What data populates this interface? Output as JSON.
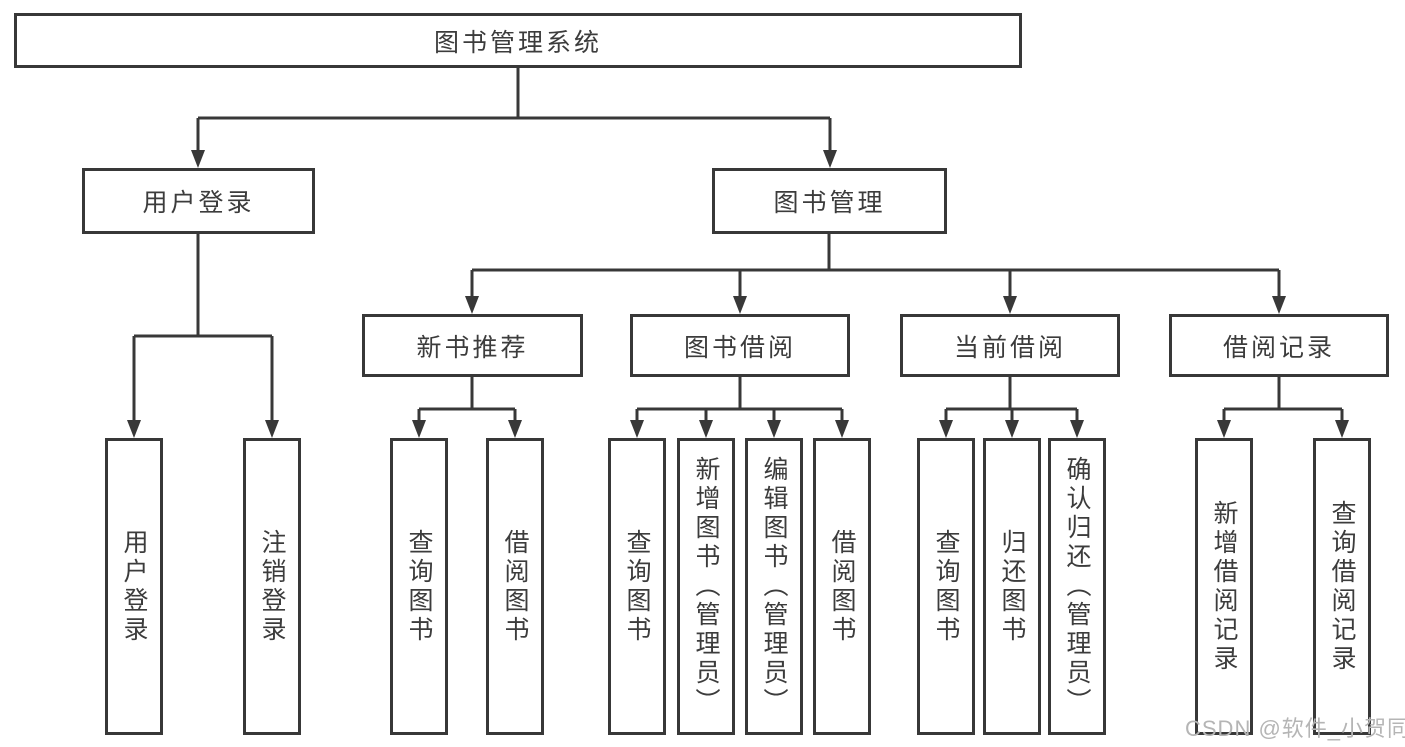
{
  "tree": {
    "root": {
      "label": "图书管理系统",
      "children": [
        {
          "label": "用户登录",
          "children": [
            {
              "label": "用户登录"
            },
            {
              "label": "注销登录"
            }
          ]
        },
        {
          "label": "图书管理",
          "children": [
            {
              "label": "新书推荐",
              "children": [
                {
                  "label": "查询图书"
                },
                {
                  "label": "借阅图书"
                }
              ]
            },
            {
              "label": "图书借阅",
              "children": [
                {
                  "label": "查询图书"
                },
                {
                  "label": "新增图书（管理员）"
                },
                {
                  "label": "编辑图书（管理员）"
                },
                {
                  "label": "借阅图书"
                }
              ]
            },
            {
              "label": "当前借阅",
              "children": [
                {
                  "label": "查询图书"
                },
                {
                  "label": "归还图书"
                },
                {
                  "label": "确认归还（管理员）"
                }
              ]
            },
            {
              "label": "借阅记录",
              "children": [
                {
                  "label": "新增借阅记录"
                },
                {
                  "label": "查询借阅记录"
                }
              ]
            }
          ]
        }
      ]
    }
  },
  "watermark": {
    "text": "CSDN @软件_小贺同学"
  },
  "colors": {
    "line": "#383838",
    "box_border": "#383838",
    "text": "#3c3c3c",
    "watermark": "#b5b5b5",
    "background": "#ffffff"
  }
}
